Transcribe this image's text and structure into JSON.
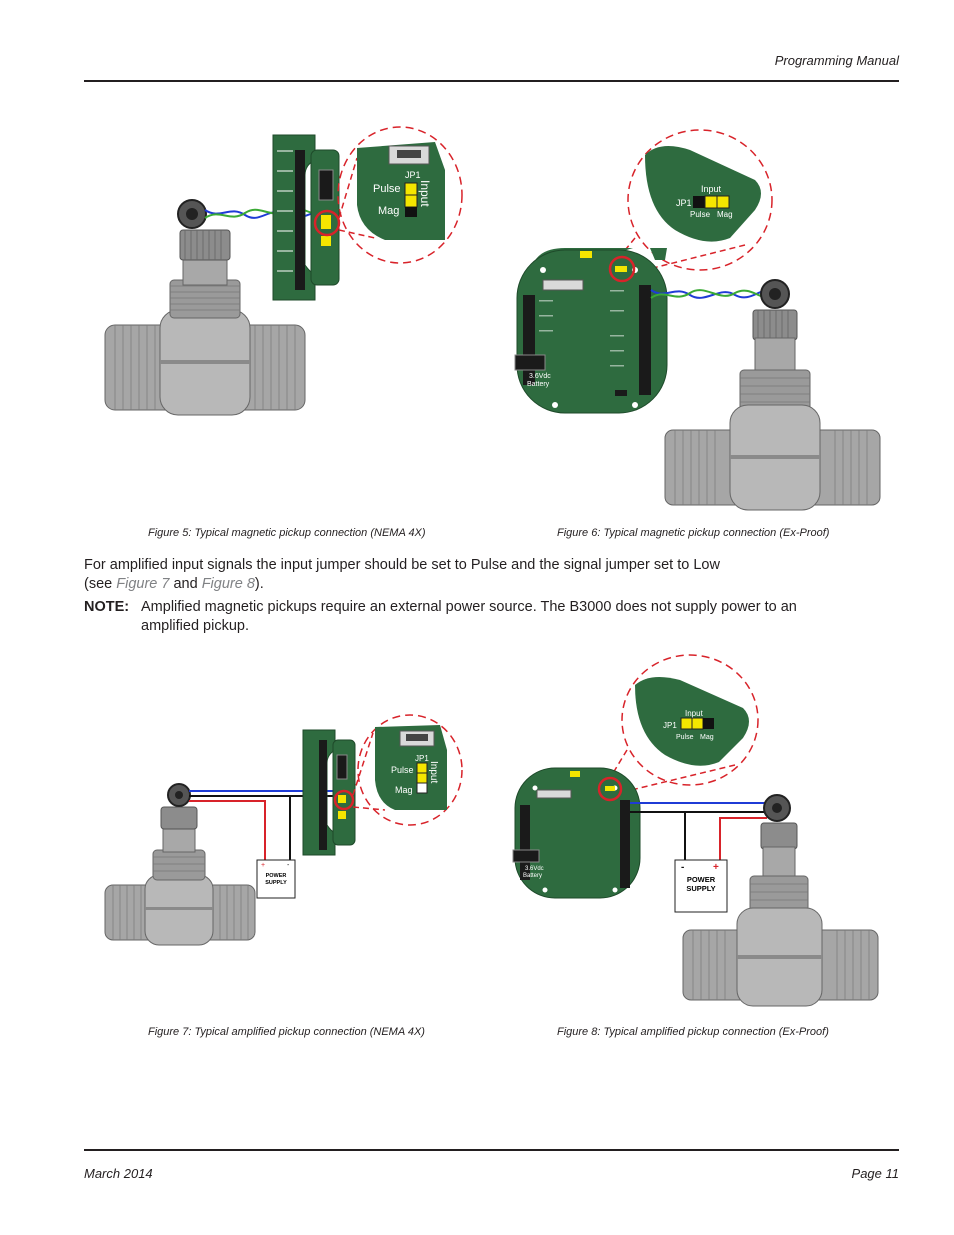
{
  "header": {
    "title": "Programming Manual"
  },
  "footer": {
    "date": "March 2014",
    "page": "Page 11"
  },
  "colors": {
    "board": "#2e6b3f",
    "jumper": "#f4e600",
    "signal_red": "#d8232a",
    "wire_blue": "#1f3bd6",
    "wire_green": "#3aaa35",
    "metal": "#9a9a9a"
  },
  "paragraph": {
    "lead": "For amplified input signals the input jumper should be set to Pulse and the signal jumper set to Low",
    "see_open": "(see ",
    "fig7_link": "Figure 7",
    "and": " and ",
    "fig8_link": "Figure 8",
    "close": ")."
  },
  "note": {
    "label": "NOTE:",
    "text": "Amplified magnetic pickups require an external power source. The B3000 does not supply power to an amplified pickup."
  },
  "figures": {
    "fig5": {
      "caption": "Figure 5:  Typical magnetic pickup connection (NEMA 4X)",
      "jp1": "JP1",
      "pulse": "Pulse",
      "mag": "Mag",
      "input": "Input"
    },
    "fig6": {
      "caption": "Figure 6:  Typical magnetic pickup connection (Ex-Proof)",
      "input": "Input",
      "jp1": "JP1",
      "pulse": "Pulse",
      "mag": "Mag",
      "battery_v": "3.6Vdc",
      "battery": "Battery"
    },
    "fig7": {
      "caption": "Figure 7:  Typical amplified pickup connection (NEMA 4X)",
      "jp1": "JP1",
      "pulse": "Pulse",
      "mag": "Mag",
      "input": "Input",
      "power": "POWER",
      "supply": "SUPPLY",
      "plus": "+",
      "minus": "-"
    },
    "fig8": {
      "caption": "Figure 8:  Typical amplified pickup connection (Ex-Proof)",
      "input": "Input",
      "jp1": "JP1",
      "pulse": "Pulse",
      "mag": "Mag",
      "battery_v": "3.6Vdc",
      "battery": "Battery",
      "power": "POWER",
      "supply": "SUPPLY",
      "plus": "+",
      "minus": "-"
    }
  }
}
